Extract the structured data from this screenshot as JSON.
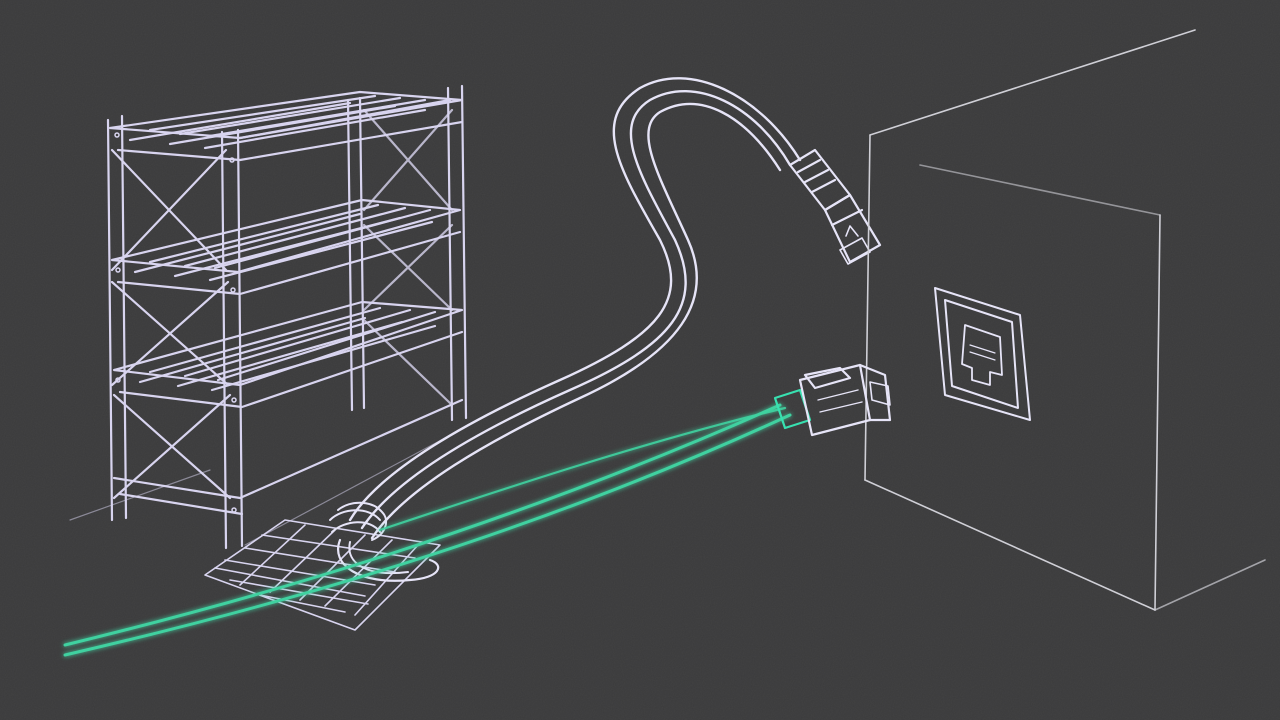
{
  "scene": {
    "kind": "illustration",
    "style": "hand-drawn chalk line art",
    "objects": [
      "storage-shelf",
      "floor-grate",
      "white-ethernet-cable",
      "rj45-plug-upper",
      "rj45-plug-lower",
      "teal-cable",
      "wall-panel",
      "wall-ethernet-port"
    ]
  },
  "colors": {
    "background": "#3a3a3b",
    "line_primary": "#e6e4f7",
    "line_shelf": "#d8d4ef",
    "line_wall": "#cfcfd6",
    "cable_teal": "#3fd1a0",
    "cable_teal_glow": "#38e0b0"
  }
}
